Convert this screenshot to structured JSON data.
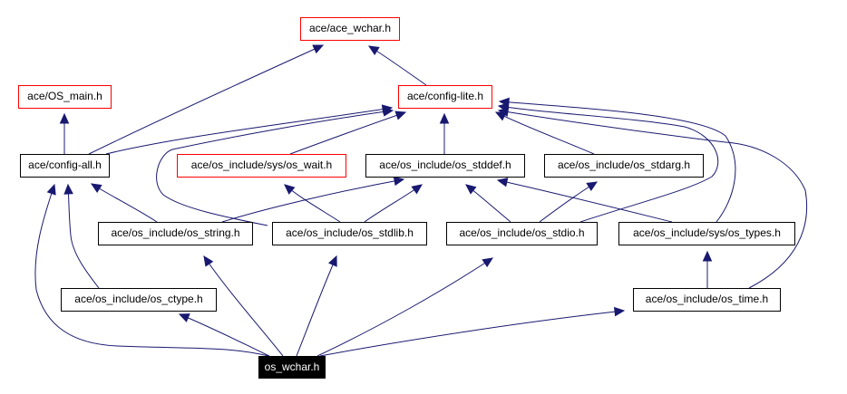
{
  "diagram": {
    "type": "include-dependency-graph",
    "root": "os_wchar",
    "colors": {
      "edge": "#191970",
      "node_border": "#000000",
      "missing_border": "#ff0000",
      "root_fill": "#000000",
      "root_text": "#ffffff"
    },
    "nodes": [
      {
        "id": "ace_wchar",
        "label": "ace/ace_wchar.h",
        "style": "red"
      },
      {
        "id": "os_main",
        "label": "ace/OS_main.h",
        "style": "red"
      },
      {
        "id": "config_lite",
        "label": "ace/config-lite.h",
        "style": "red"
      },
      {
        "id": "config_all",
        "label": "ace/config-all.h",
        "style": "normal"
      },
      {
        "id": "os_wait",
        "label": "ace/os_include/sys/os_wait.h",
        "style": "red"
      },
      {
        "id": "os_stddef",
        "label": "ace/os_include/os_stddef.h",
        "style": "normal"
      },
      {
        "id": "os_stdarg",
        "label": "ace/os_include/os_stdarg.h",
        "style": "normal"
      },
      {
        "id": "os_string",
        "label": "ace/os_include/os_string.h",
        "style": "normal"
      },
      {
        "id": "os_stdlib",
        "label": "ace/os_include/os_stdlib.h",
        "style": "normal"
      },
      {
        "id": "os_stdio",
        "label": "ace/os_include/os_stdio.h",
        "style": "normal"
      },
      {
        "id": "os_types",
        "label": "ace/os_include/sys/os_types.h",
        "style": "normal"
      },
      {
        "id": "os_ctype",
        "label": "ace/os_include/os_ctype.h",
        "style": "normal"
      },
      {
        "id": "os_time",
        "label": "ace/os_include/os_time.h",
        "style": "normal"
      },
      {
        "id": "os_wchar",
        "label": "os_wchar.h",
        "style": "root"
      }
    ],
    "edges": [
      {
        "from": "config_all",
        "to": "ace_wchar"
      },
      {
        "from": "config_lite",
        "to": "ace_wchar"
      },
      {
        "from": "config_all",
        "to": "os_main"
      },
      {
        "from": "config_all",
        "to": "config_lite"
      },
      {
        "from": "os_wait",
        "to": "config_lite"
      },
      {
        "from": "os_stddef",
        "to": "config_lite"
      },
      {
        "from": "os_stdarg",
        "to": "config_lite"
      },
      {
        "from": "os_stdlib",
        "to": "config_lite"
      },
      {
        "from": "os_stdio",
        "to": "config_lite"
      },
      {
        "from": "os_types",
        "to": "config_lite"
      },
      {
        "from": "os_time",
        "to": "config_lite"
      },
      {
        "from": "os_string",
        "to": "config_all"
      },
      {
        "from": "os_ctype",
        "to": "config_all"
      },
      {
        "from": "os_wchar",
        "to": "config_all"
      },
      {
        "from": "os_stdlib",
        "to": "os_wait"
      },
      {
        "from": "os_string",
        "to": "os_stddef"
      },
      {
        "from": "os_stdlib",
        "to": "os_stddef"
      },
      {
        "from": "os_stdio",
        "to": "os_stddef"
      },
      {
        "from": "os_types",
        "to": "os_stddef"
      },
      {
        "from": "os_stdio",
        "to": "os_stdarg"
      },
      {
        "from": "os_time",
        "to": "os_types"
      },
      {
        "from": "os_wchar",
        "to": "os_string"
      },
      {
        "from": "os_wchar",
        "to": "os_stdlib"
      },
      {
        "from": "os_wchar",
        "to": "os_stdio"
      },
      {
        "from": "os_wchar",
        "to": "os_ctype"
      },
      {
        "from": "os_wchar",
        "to": "os_time"
      }
    ]
  }
}
